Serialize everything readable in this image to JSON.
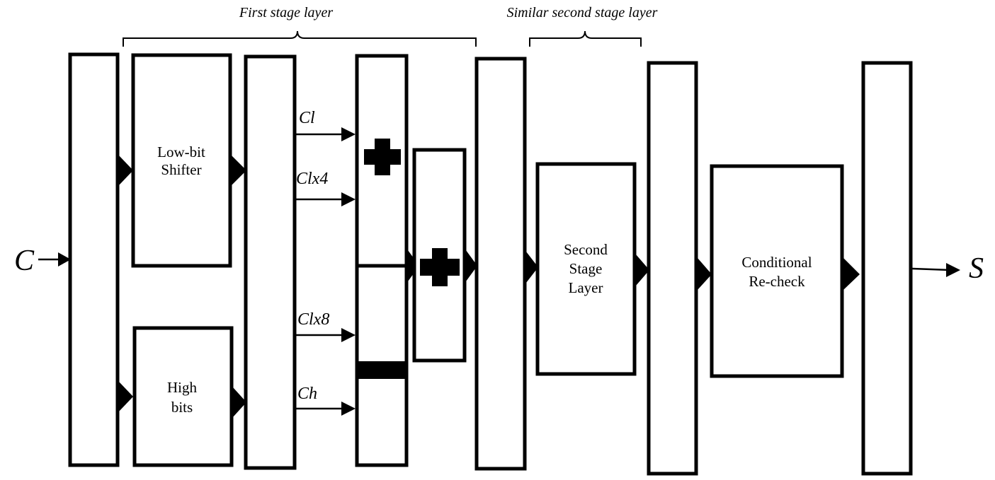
{
  "captions": {
    "first_stage": "First stage layer",
    "second_stage": "Similar second stage layer"
  },
  "io": {
    "input": "C",
    "output": "S"
  },
  "blocks": {
    "low_bit_shifter": [
      "Low-bit",
      "Shifter"
    ],
    "high_bits": [
      "High",
      "bits"
    ],
    "second_stage_layer": [
      "Second",
      "Stage",
      "Layer"
    ],
    "conditional_recheck": [
      "Conditional",
      "Re-check"
    ]
  },
  "signals": {
    "cl": "Cl",
    "clx4": "Clx4",
    "clx8": "Clx8",
    "ch": "Ch"
  },
  "colors": {
    "stroke": "#000000",
    "background": "#ffffff"
  }
}
